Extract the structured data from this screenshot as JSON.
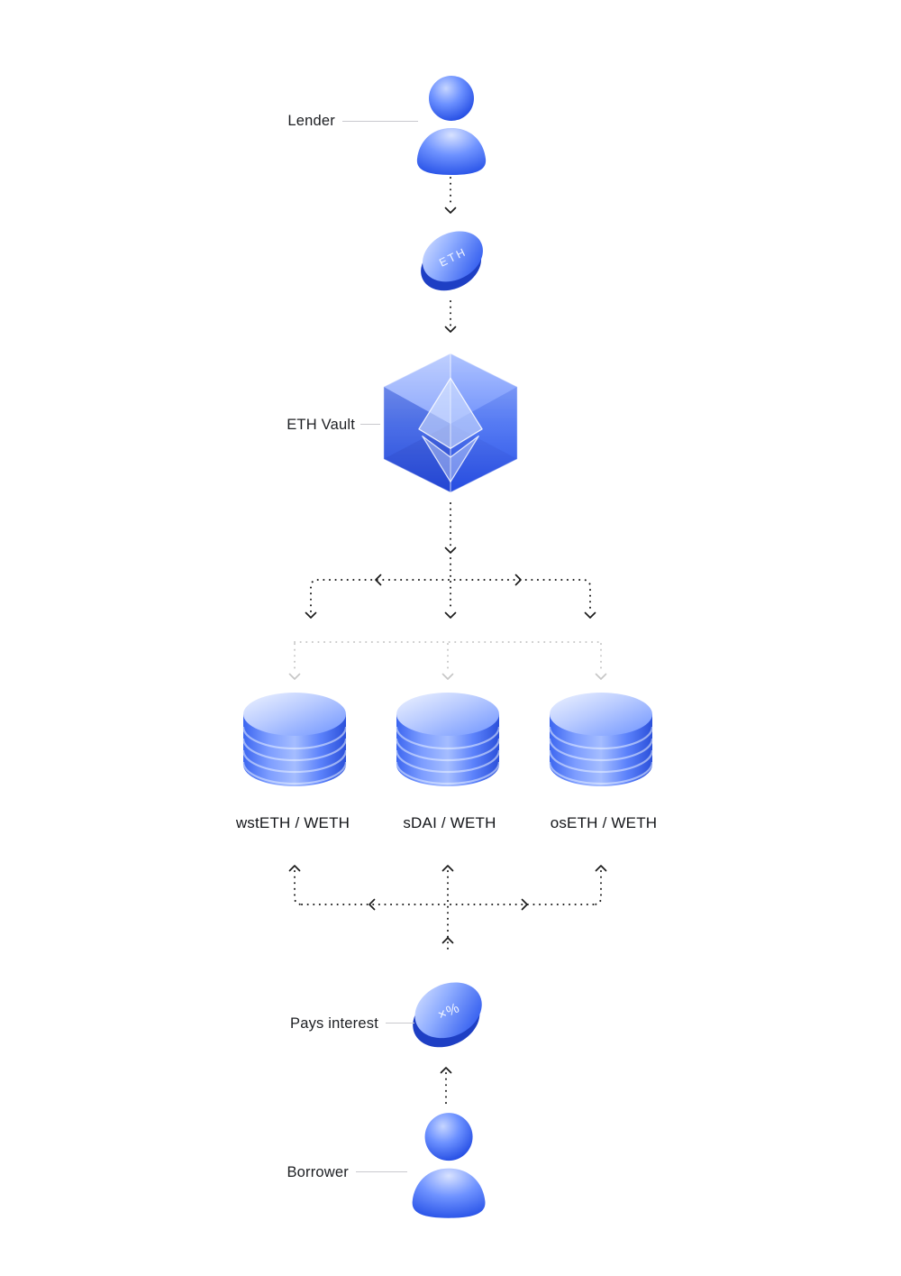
{
  "nodes": {
    "lender": {
      "label": "Lender"
    },
    "eth_coin": {
      "symbol": "ETH"
    },
    "vault": {
      "label": "ETH Vault"
    },
    "pools": [
      {
        "label": "wstETH / WETH"
      },
      {
        "label": "sDAI / WETH"
      },
      {
        "label": "osETH / WETH"
      }
    ],
    "interest_coin": {
      "label": "Pays interest",
      "symbol": "×%"
    },
    "borrower": {
      "label": "Borrower"
    }
  },
  "colors": {
    "background": "#ffffff",
    "accent_light": "#c2d2ff",
    "accent": "#4a72ff",
    "accent_deep": "#1c45e0",
    "arrow_line": "#1b1b1b",
    "arrow_line_faded": "#c7c7c7",
    "label_line": "#c9c9ce",
    "label_text": "#1c1e22"
  }
}
